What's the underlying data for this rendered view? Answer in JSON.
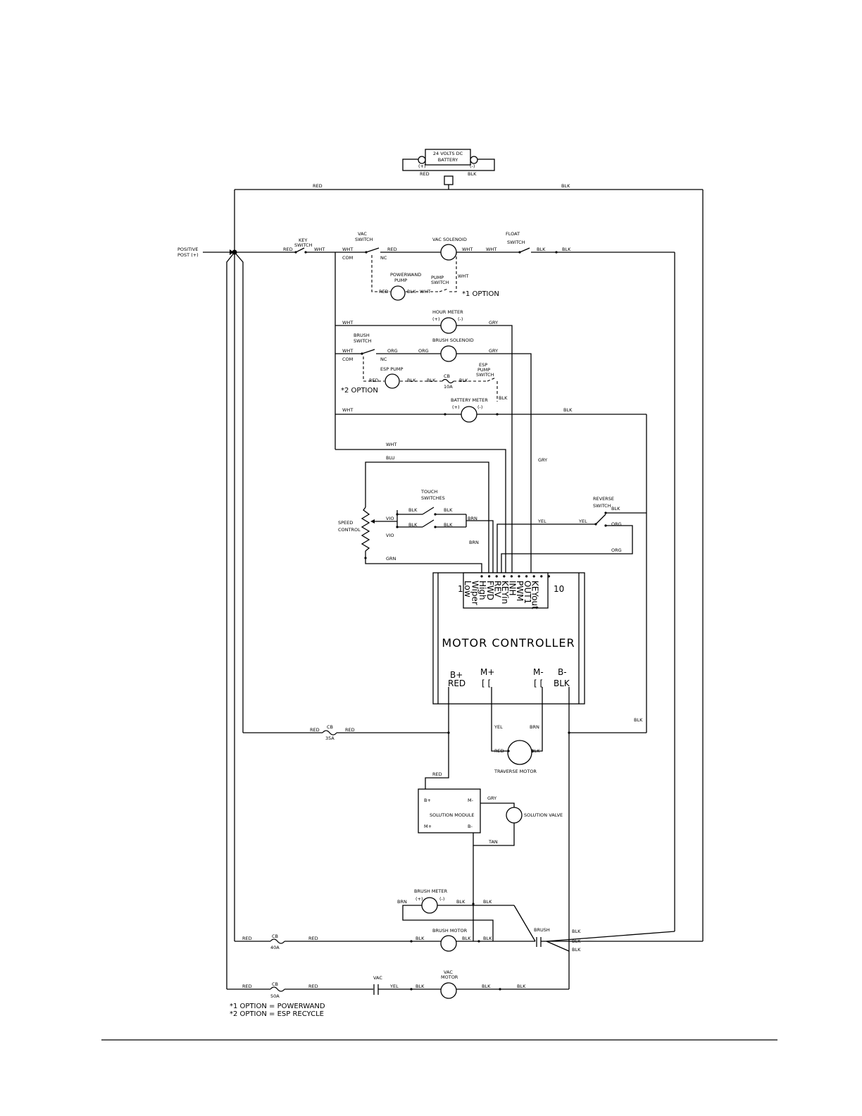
{
  "battery": {
    "title": "24 VOLTS DC",
    "name": "BATTERY",
    "pos": "(+)",
    "neg": "(-)"
  },
  "positive_post": {
    "line1": "POSITIVE",
    "line2": "POST (+)"
  },
  "wire": {
    "red": "RED",
    "blk": "BLK",
    "wht": "WHT",
    "gry": "GRY",
    "org": "ORG",
    "yel": "YEL",
    "brn": "BRN",
    "grn": "GRN",
    "blu": "BLU",
    "vio": "VIO",
    "tan": "TAN",
    "com": "COM",
    "nc": "NC"
  },
  "components": {
    "key_switch": [
      "KEY",
      "SWITCH"
    ],
    "vac_switch": [
      "VAC",
      "SWITCH"
    ],
    "vac_solenoid": "VAC SOLENOID",
    "float_switch": [
      "FLOAT",
      "SWITCH"
    ],
    "powerwand_pump": [
      "POWERWAND",
      "PUMP"
    ],
    "pump_switch": [
      "PUMP",
      "SWITCH"
    ],
    "option1": "*1 OPTION",
    "hour_meter": "HOUR METER",
    "plus": "(+)",
    "minus": "(-)",
    "brush_switch": [
      "BRUSH",
      "SWITCH"
    ],
    "brush_solenoid": "BRUSH SOLENOID",
    "esp_pump": "ESP PUMP",
    "cb": "CB",
    "cb10": "10A",
    "cb35": "35A",
    "cb40": "40A",
    "cb50": "50A",
    "esp_pump_switch": [
      "ESP",
      "PUMP",
      "SWITCH"
    ],
    "option2": "*2 OPTION",
    "battery_meter": "BATTERY METER",
    "touch_switches": [
      "TOUCH",
      "SWITCHES"
    ],
    "speed_control": [
      "SPEED",
      "CONTROL"
    ],
    "reverse_switch": [
      "REVERSE",
      "SWITCH"
    ],
    "traverse_motor": "TRAVERSE MOTOR",
    "solution_module": "SOLUTION MODULE",
    "solution_valve": "SOLUTION VALVE",
    "brush_meter": "BRUSH METER",
    "brush_motor": "BRUSH MOTOR",
    "brush": "BRUSH",
    "vac": "VAC",
    "vac_motor": [
      "VAC",
      "MOTOR"
    ]
  },
  "controller": {
    "title": "MOTOR CONTROLLER",
    "pin_first": "1",
    "pin_last": "10",
    "pins": [
      "Low",
      "Wiper",
      "High",
      "FWD",
      "REV",
      "KEYin",
      "INH",
      "PWM",
      "OUT1",
      "KEYout"
    ],
    "bplus": "B+",
    "bplus_tag": "RED",
    "mplus": "M+",
    "mminus": "M-",
    "bminus": "B-",
    "bminus_tag": "BLK"
  },
  "module": {
    "bplus": "B+",
    "mminus": "M-",
    "mplus": "M+",
    "bminus": "B-"
  },
  "notes": [
    "*1 OPTION = POWERWAND",
    "*2 OPTION = ESP RECYCLE"
  ]
}
